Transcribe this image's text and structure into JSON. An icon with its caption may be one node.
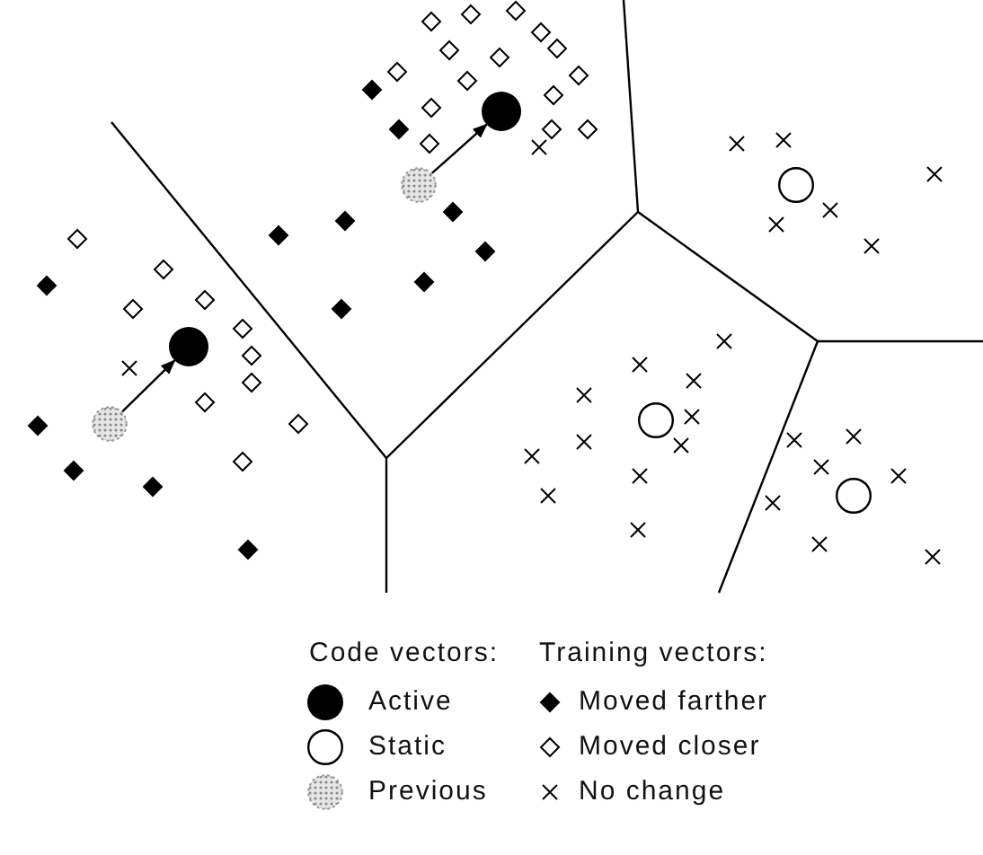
{
  "diagram": {
    "nodes": [
      {
        "text": [],
        "shape": "circle"
      },
      {
        "text": [],
        "shape": "circle"
      },
      {
        "text": [],
        "shape": "circle"
      },
      {
        "text": [],
        "shape": "circle"
      },
      {
        "text": [],
        "shape": "circle"
      },
      {
        "text": [],
        "shape": "circle"
      },
      {
        "text": [],
        "shape": "circle"
      }
    ],
    "edges": [
      {
        "from": 1,
        "to": 0,
        "arrow": "to"
      },
      {
        "from": 5,
        "to": 3,
        "arrow": "to"
      }
    ],
    "labels": [
      "Code vectors:",
      "Training vectors:"
    ],
    "legend": [
      {
        "text": "Active"
      },
      {
        "text": "Static"
      },
      {
        "text": "Previous"
      },
      {
        "text": "Moved farther"
      },
      {
        "text": "Moved closer"
      },
      {
        "text": "No change"
      }
    ]
  }
}
